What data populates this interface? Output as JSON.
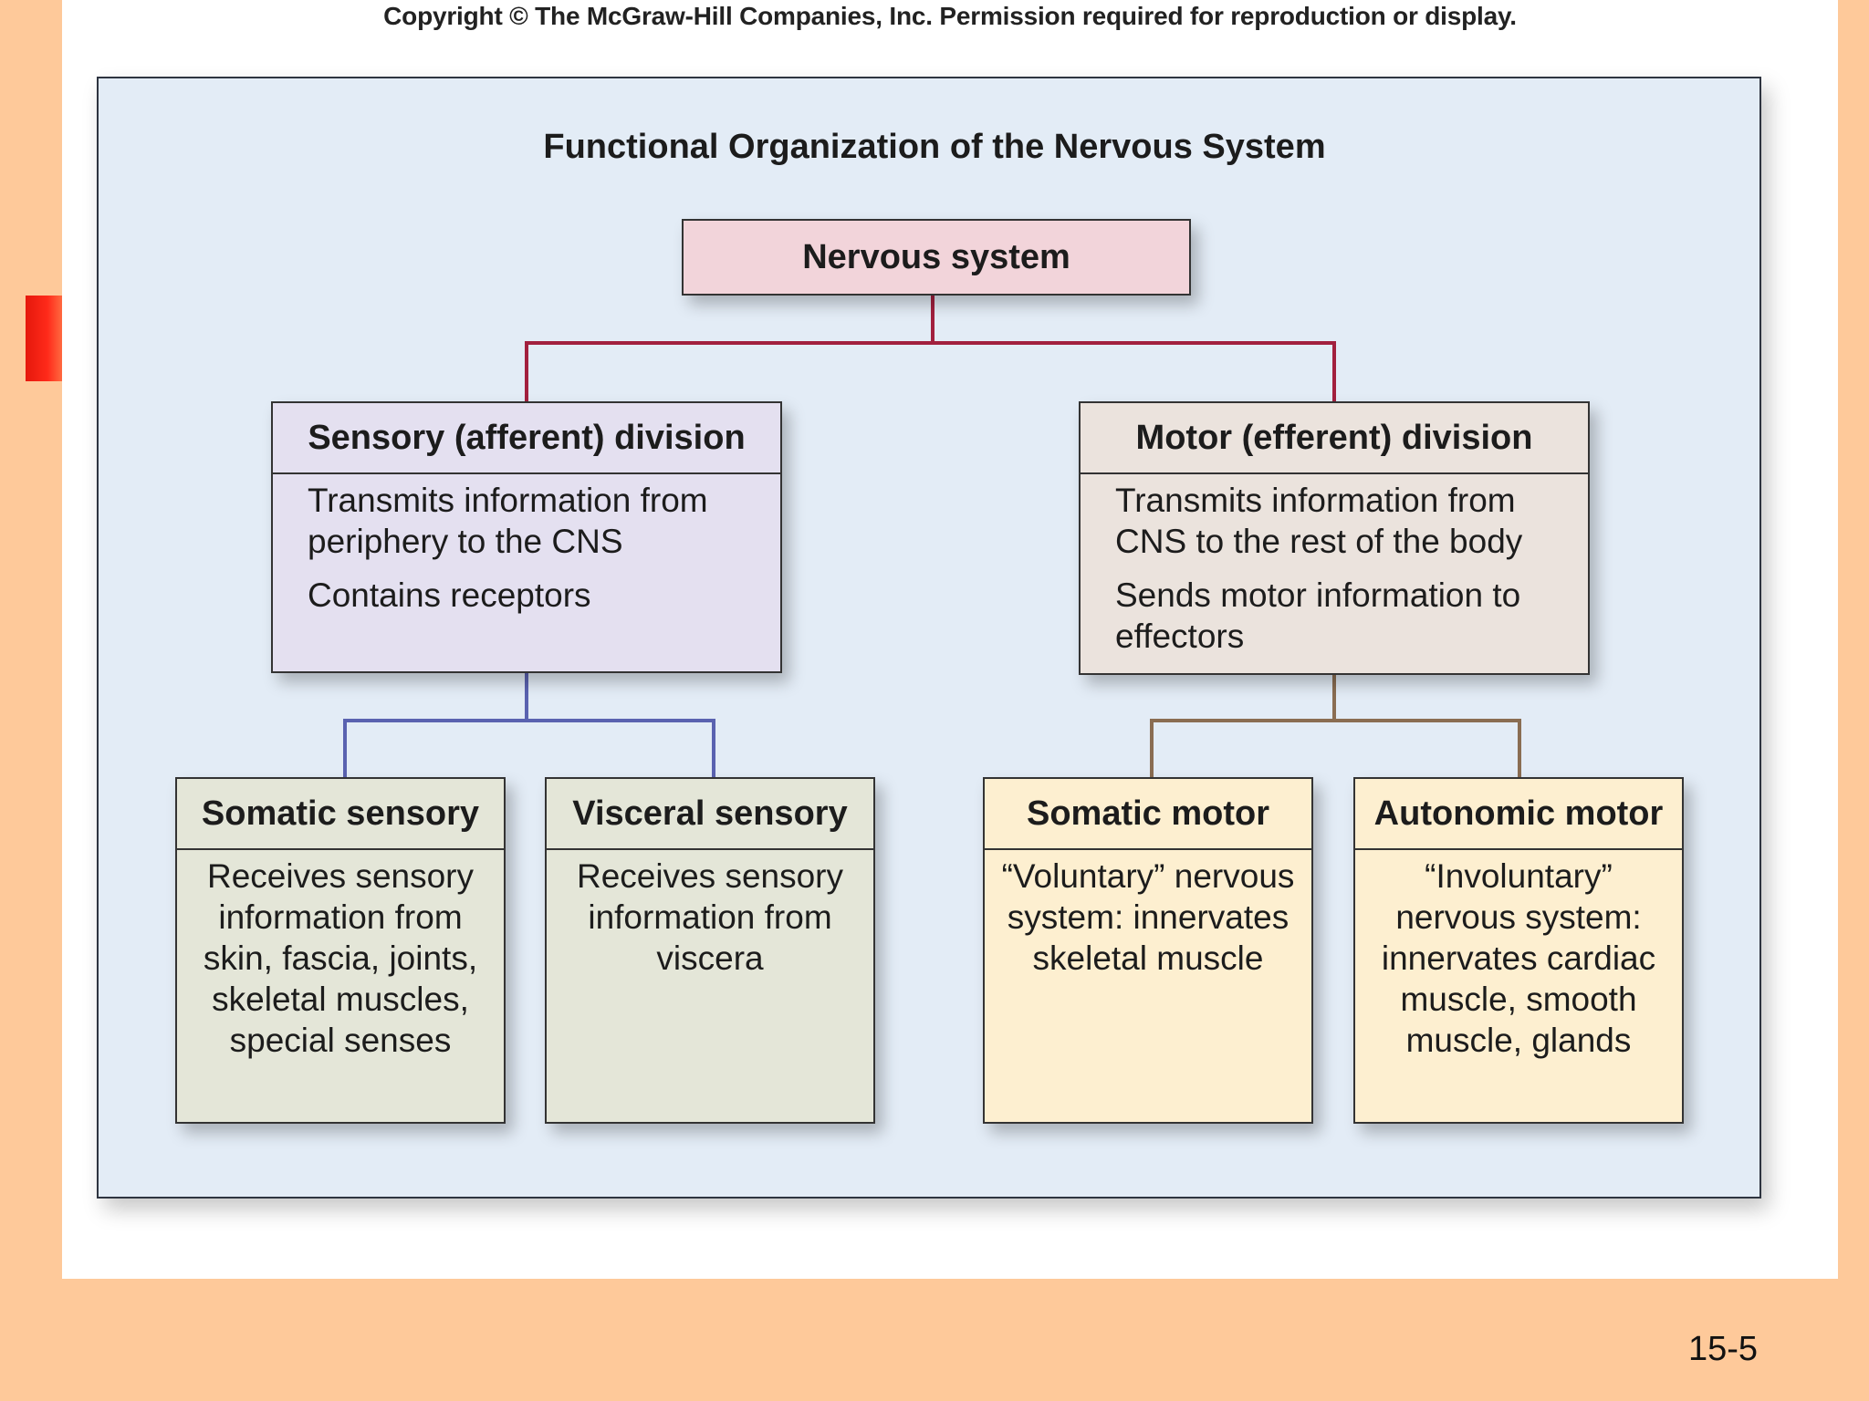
{
  "copyright": "Copyright © The McGraw-Hill Companies, Inc. Permission required for reproduction or display.",
  "title": "Functional Organization of the Nervous System",
  "root": {
    "label": "Nervous system"
  },
  "sensory_division": {
    "heading": "Sensory (afferent) division",
    "lines": [
      "Transmits information from periphery to the CNS",
      "Contains receptors"
    ]
  },
  "motor_division": {
    "heading": "Motor (efferent) division",
    "lines": [
      "Transmits information from CNS to the rest of the body",
      "Sends motor information to effectors"
    ]
  },
  "somatic_sensory": {
    "heading": "Somatic sensory",
    "text": "Receives sensory information from skin, fascia, joints, skeletal muscles, special senses"
  },
  "visceral_sensory": {
    "heading": "Visceral sensory",
    "text": "Receives sensory information from viscera"
  },
  "somatic_motor": {
    "heading": "Somatic motor",
    "text": "“Voluntary” nervous system: innervates skeletal muscle"
  },
  "autonomic_motor": {
    "heading": "Autonomic motor",
    "text": "“Involuntary” nervous system: innervates cardiac muscle, smooth muscle, glands"
  },
  "colors": {
    "root_connector": "#a2203e",
    "sensory_connector": "#5a62b0",
    "motor_connector": "#8a6d52"
  },
  "page_number": "15-5"
}
